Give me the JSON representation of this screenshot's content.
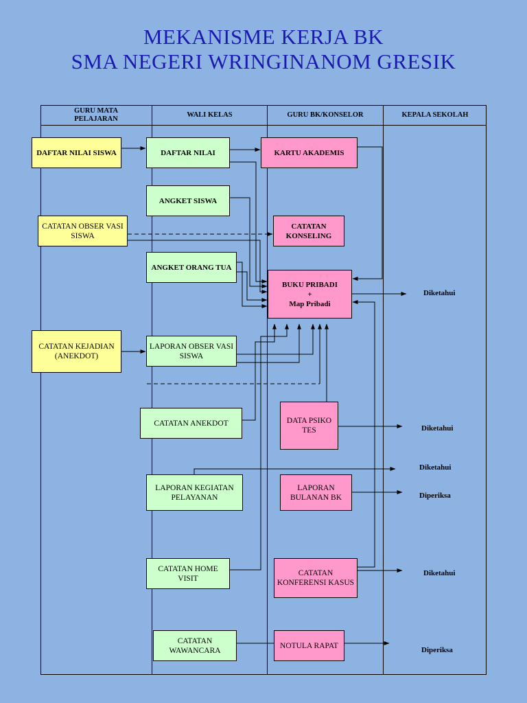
{
  "title": {
    "line1": "MEKANISME KERJA BK",
    "line2": "SMA NEGERI WRINGINANOM GRESIK"
  },
  "columns": {
    "guru_mapel": "GURU MATA PELAJARAN",
    "wali_kelas": "WALI KELAS",
    "guru_bk": "GURU BK/KONSELOR",
    "kepsek": "KEPALA SEKOLAH"
  },
  "boxes": {
    "daftar_nilai_siswa": "DAFTAR NILAI SISWA",
    "catatan_observasi_siswa": "CATATAN OBSER VASI SISWA",
    "catatan_kejadian": "CATATAN KEJADIAN (ANEKDOT)",
    "daftar_nilai": "DAFTAR NILAI",
    "angket_siswa": "ANGKET SISWA",
    "angket_orang_tua": "ANGKET ORANG TUA",
    "laporan_observasi_siswa": "LAPORAN OBSER VASI SISWA",
    "catatan_anekdot": "CATATAN ANEKDOT",
    "laporan_kegiatan_pelayanan": "LAPORAN KEGIATAN PELAYANAN",
    "catatan_home_visit": "CATATAN HOME VISIT",
    "catatan_wawancara": "CATATAN WAWANCARA",
    "kartu_akademis": "KARTU AKADEMIS",
    "catatan_konseling": "CATATAN KONSELING",
    "buku_pribadi_line1": "BUKU PRIBADI",
    "buku_pribadi_line2": "+",
    "buku_pribadi_line3": "Map  Pribadi",
    "data_psiko_tes": "DATA PSIKO TES",
    "laporan_bulanan_bk": "LAPORAN BULANAN BK",
    "catatan_konferensi_kasus": "CATATAN KONFERENSI KASUS",
    "notula_rapat": "NOTULA RAPAT"
  },
  "notes": {
    "n1": "Diketahui",
    "n2": "Diketahui",
    "n3": "Diketahui",
    "n4": "Diperiksa",
    "n5": "Diketahui",
    "n6": "Diperiksa"
  },
  "colors": {
    "background": "#8db3e2",
    "title": "#1a1ab0",
    "guru_mapel_box": "#ffff99",
    "wali_kelas_box": "#ccffcc",
    "bk_box": "#ff99cc"
  }
}
